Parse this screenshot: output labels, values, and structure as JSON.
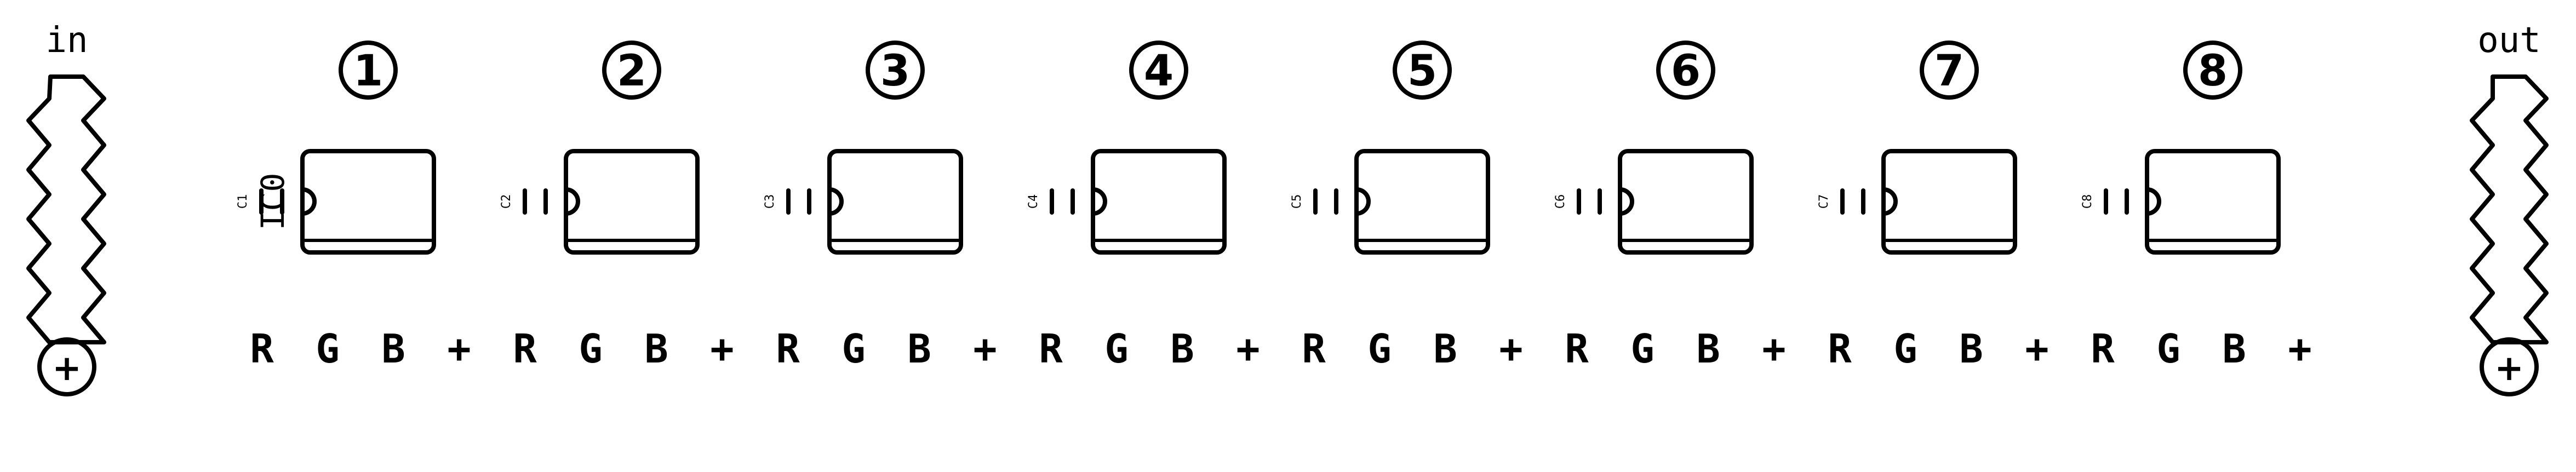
{
  "connectors": {
    "in_label": "in",
    "out_label": "out",
    "plus_symbol": "+"
  },
  "leds": [
    {
      "number": "1",
      "cap": "C1",
      "ic": "IC0"
    },
    {
      "number": "2",
      "cap": "C2"
    },
    {
      "number": "3",
      "cap": "C3"
    },
    {
      "number": "4",
      "cap": "C4"
    },
    {
      "number": "5",
      "cap": "C5"
    },
    {
      "number": "6",
      "cap": "C6"
    },
    {
      "number": "7",
      "cap": "C7"
    },
    {
      "number": "8",
      "cap": "C8"
    }
  ],
  "pads": [
    "R",
    "G",
    "B",
    "+"
  ],
  "colors": {
    "ink": "#000000",
    "background": "#ffffff"
  }
}
